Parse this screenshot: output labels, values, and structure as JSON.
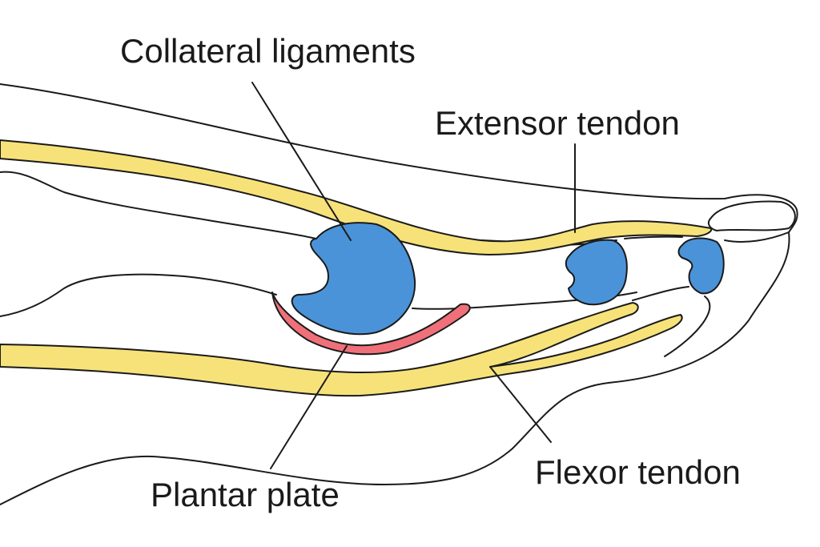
{
  "labels": {
    "collateral_ligaments": "Collateral ligaments",
    "extensor_tendon": "Extensor tendon",
    "plantar_plate": "Plantar plate",
    "flexor_tendon": "Flexor tendon"
  },
  "colors": {
    "tendon": "#f7e27a",
    "bone": "#4a93d9",
    "plantar_plate": "#f0707a",
    "outline": "#1a1a1a",
    "background": "#ffffff"
  }
}
